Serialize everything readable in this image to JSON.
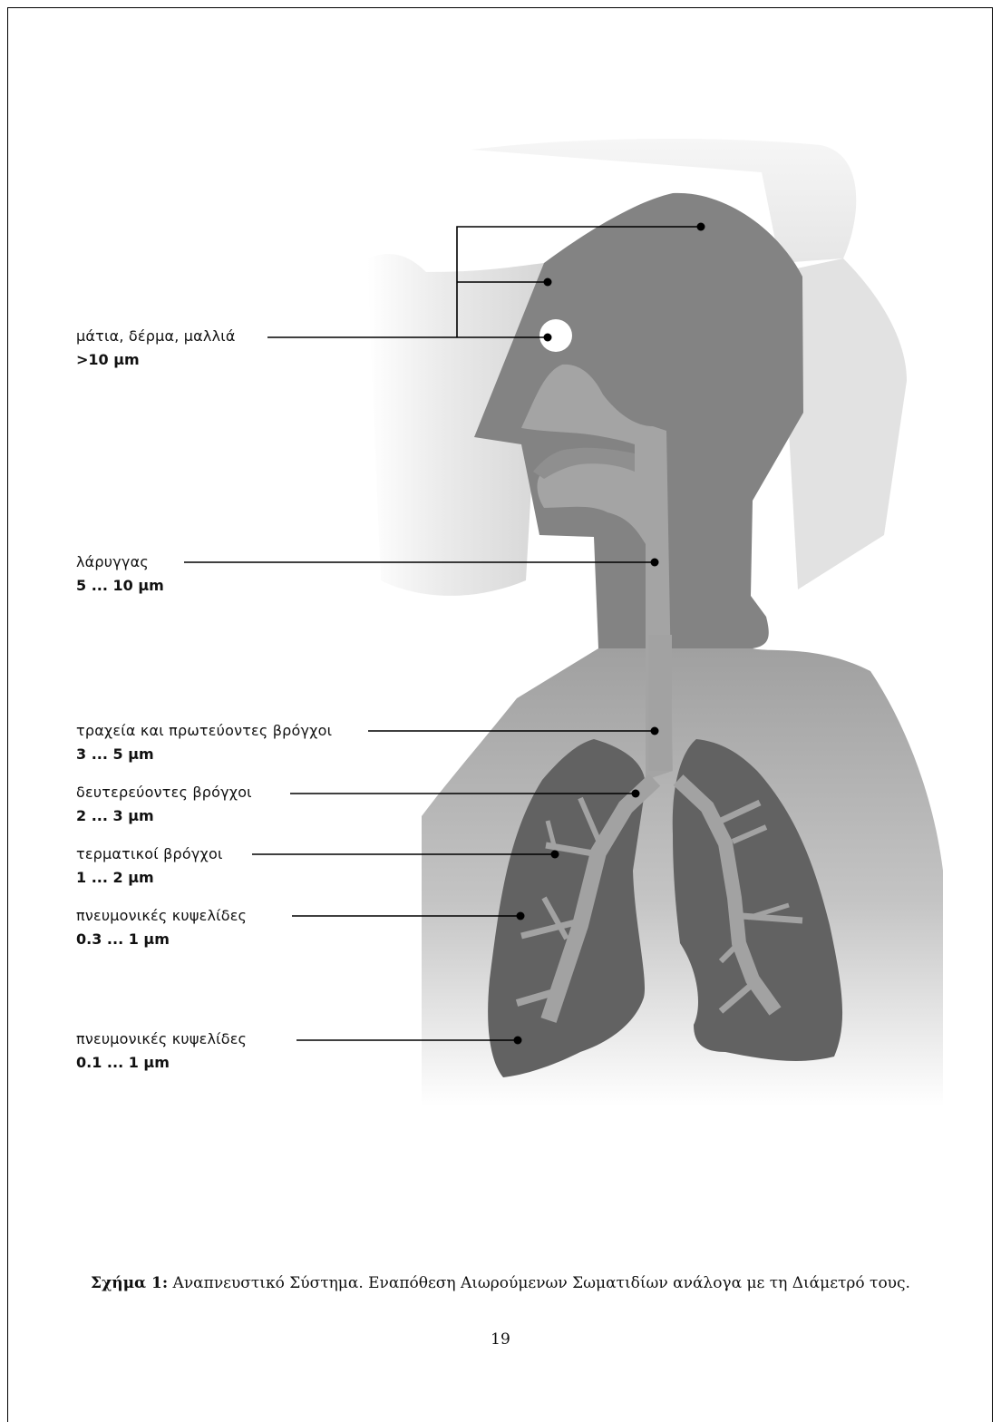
{
  "labels": [
    {
      "name": "μάτια, δέρμα, μαλλιά",
      "size": ">10 μm"
    },
    {
      "name": "λάρυγγας",
      "size": "5 ... 10 μm"
    },
    {
      "name": "τραχεία και πρωτεύοντες βρόγχοι",
      "size": "3 ... 5 μm"
    },
    {
      "name": "δευτερεύοντες βρόγχοι",
      "size": "2 ... 3 μm"
    },
    {
      "name": "τερματικοί βρόγχοι",
      "size": "1 ... 2 μm"
    },
    {
      "name": "πνευμονικές κυψελίδες",
      "size": "0.3 ... 1 μm"
    },
    {
      "name": "πνευμονικές κυψελίδες",
      "size": "0.1 ... 1 μm"
    }
  ],
  "caption": {
    "prefix": "Σχήμα 1:",
    "text": " Αναπνευστικό Σύστημα. Εναπόθεση Αιωρούμενων Σωματιδίων ανάλογα με τη Διάμετρό τους."
  },
  "page_number": "19"
}
